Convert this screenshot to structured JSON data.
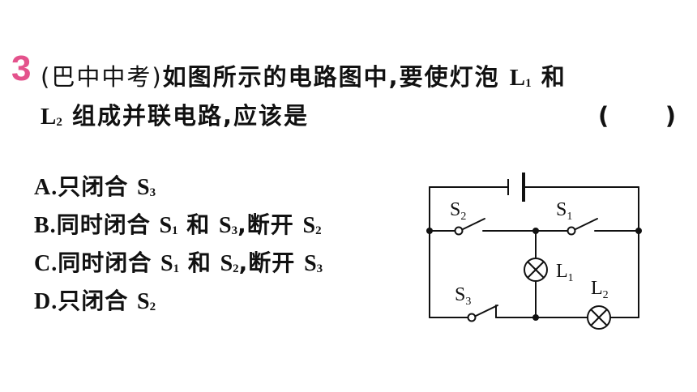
{
  "question": {
    "number": "3",
    "source": "(巴中中考)",
    "text_before_l1": "如图所示的电路图中,要使灯泡",
    "l1_letter": "L",
    "l1_sub": "1",
    "and": "和",
    "l2_letter": "L",
    "l2_sub": "2",
    "text_after_l2": "组成并联电路,应该是",
    "paren_open": "(",
    "paren_close": ")"
  },
  "options": {
    "a": {
      "letter": "A.",
      "text": "只闭合",
      "s": "S",
      "s_sub": "3"
    },
    "b": {
      "letter": "B.",
      "text": "同时闭合",
      "s1": "S",
      "s1_sub": "1",
      "and": "和",
      "s2": "S",
      "s2_sub": "3",
      "mid": ",断开",
      "s3": "S",
      "s3_sub": "2"
    },
    "c": {
      "letter": "C.",
      "text": "同时闭合",
      "s1": "S",
      "s1_sub": "1",
      "and": "和",
      "s2": "S",
      "s2_sub": "2",
      "mid": ",断开",
      "s3": "S",
      "s3_sub": "3"
    },
    "d": {
      "letter": "D.",
      "text": "只闭合",
      "s": "S",
      "s_sub": "2"
    }
  },
  "circuit": {
    "labels": {
      "s1": "S",
      "s1_sub": "1",
      "s2": "S",
      "s2_sub": "2",
      "s3": "S",
      "s3_sub": "3",
      "l1": "L",
      "l1_sub": "1",
      "l2": "L",
      "l2_sub": "2"
    }
  },
  "colors": {
    "number": "#e4528c",
    "ink": "#111111"
  }
}
